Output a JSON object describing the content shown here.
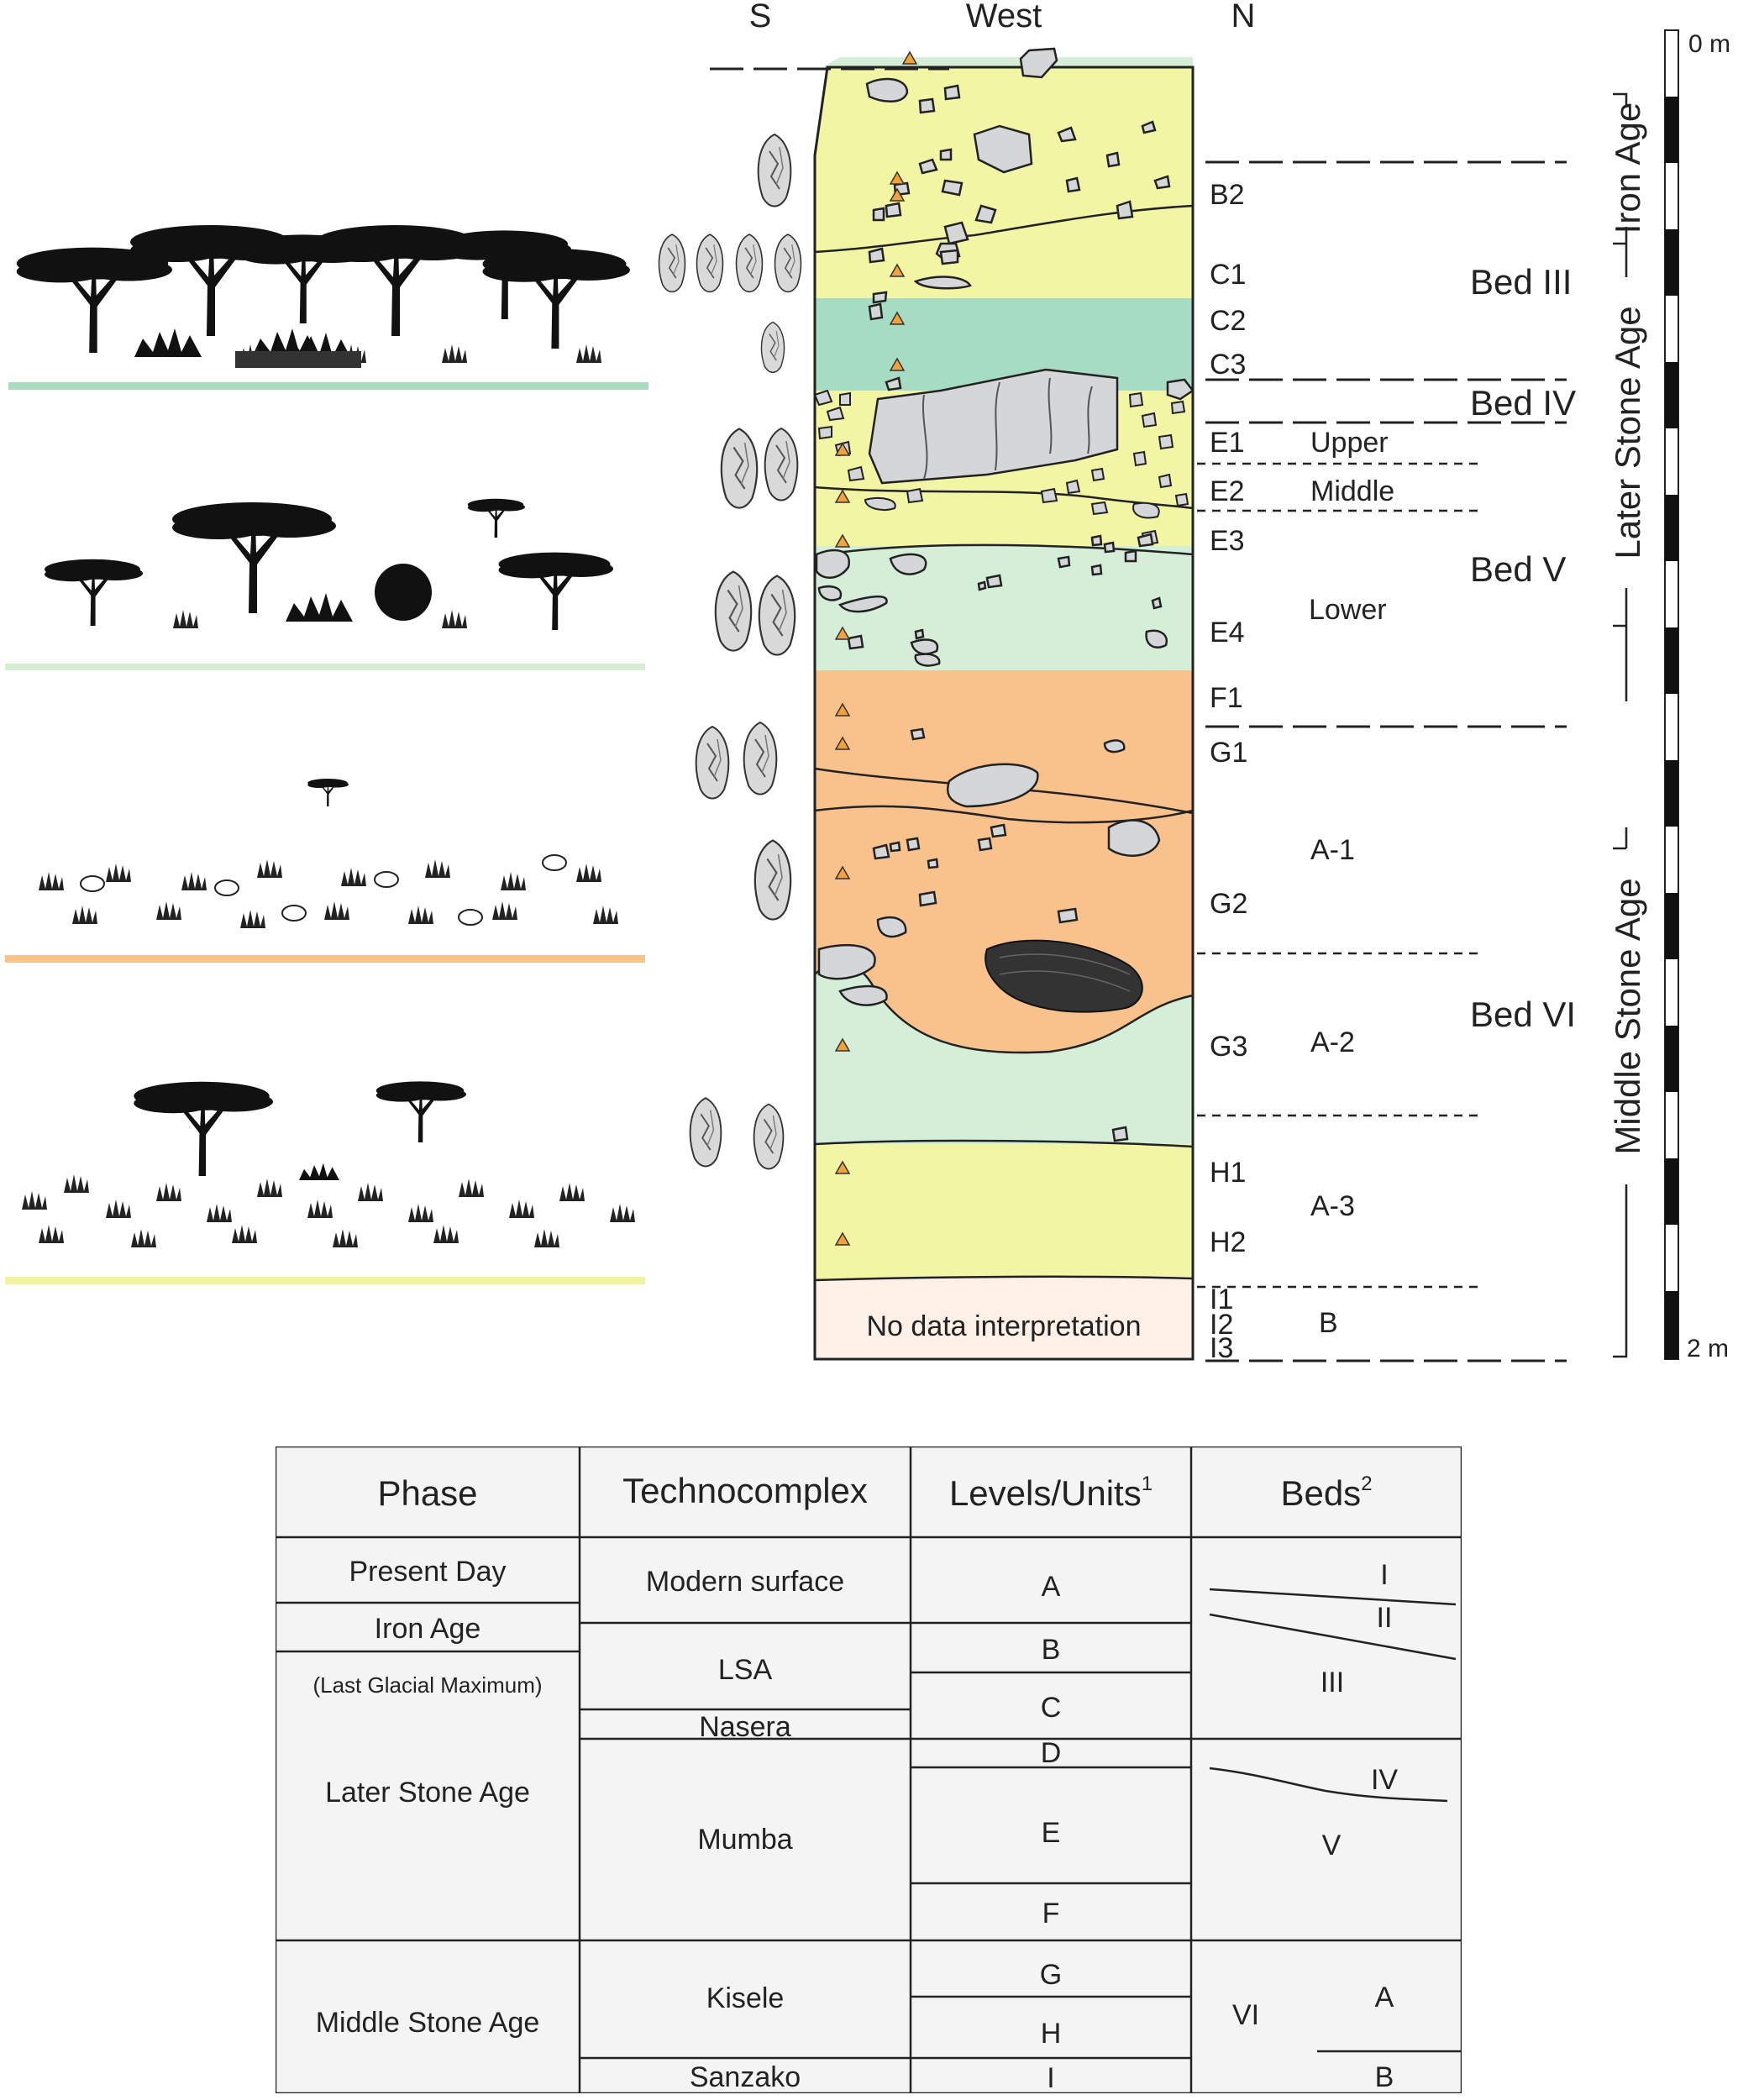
{
  "orientation": {
    "south": "S",
    "west": "West",
    "north": "N"
  },
  "scale": {
    "top": "0 m",
    "bottom": "2 m"
  },
  "no_data": "No data interpretation",
  "levels": [
    "B2",
    "C1",
    "C2",
    "C3",
    "E1",
    "E2",
    "E3",
    "E4",
    "F1",
    "G1",
    "G2",
    "G3",
    "H1",
    "H2",
    "I1",
    "I2",
    "I3"
  ],
  "sub_units": [
    "Upper",
    "Middle",
    "Lower",
    "A-1",
    "A-2",
    "A-3",
    "B"
  ],
  "beds": [
    "Bed III",
    "Bed IV",
    "Bed V",
    "Bed VI"
  ],
  "ages": [
    "Iron Age",
    "Later Stone Age",
    "Middle Stone Age"
  ],
  "colors": {
    "yellow": "#f2f5a3",
    "teal": "#a6dcc4",
    "mint": "#d4eed8",
    "orange": "#f9c28d",
    "cream": "#fdf0e6",
    "stone": "#d4d6d8",
    "dark_stone": "#333333",
    "marker": "#f2a23c"
  },
  "table": {
    "headers": {
      "phase": "Phase",
      "techno": "Technocomplex",
      "levels": "Levels/Units",
      "levels_sup": "1",
      "beds": "Beds",
      "beds_sup": "2"
    },
    "phases": [
      "Present Day",
      "Iron Age",
      "(Last Glacial Maximum)",
      "Later Stone Age",
      "Middle Stone Age"
    ],
    "technocomplexes": [
      "Modern surface",
      "LSA",
      "Nasera",
      "Mumba",
      "Kisele",
      "Sanzako"
    ],
    "units": [
      "A",
      "B",
      "C",
      "D",
      "E",
      "F",
      "G",
      "H",
      "I"
    ],
    "beds": [
      "I",
      "II",
      "III",
      "IV",
      "V",
      "VI",
      "A",
      "B"
    ]
  }
}
